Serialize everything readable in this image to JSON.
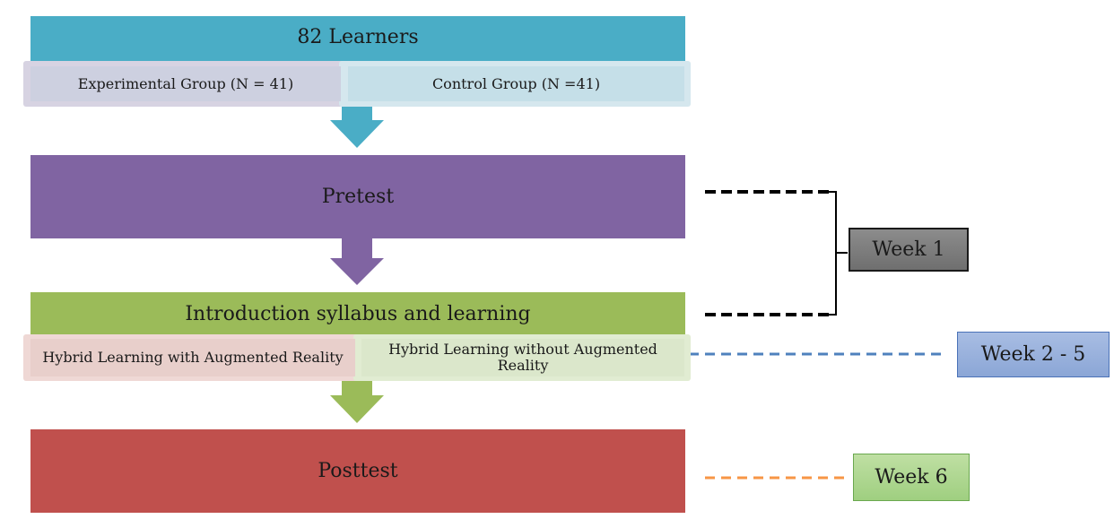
{
  "header": {
    "title": "82 Learners"
  },
  "groups": {
    "experimental": "Experimental Group (N = 41)",
    "control": "Control Group (N =41)"
  },
  "steps": {
    "pretest": "Pretest",
    "intro": "Introduction syllabus and learning",
    "posttest": "Posttest"
  },
  "conditions": {
    "with_ar": "Hybrid Learning with Augmented Reality",
    "without_ar": "Hybrid Learning without Augmented Reality"
  },
  "weeks": {
    "week1": "Week 1",
    "week2_5": "Week 2 - 5",
    "week6": "Week 6"
  },
  "colors": {
    "learners": "#4aadc6",
    "pretest": "#8064a2",
    "intro": "#9bbb59",
    "posttest": "#c0504d",
    "week1": "#7f7f7f",
    "week2_5": "#95b3d7",
    "week6": "#acd68e"
  }
}
